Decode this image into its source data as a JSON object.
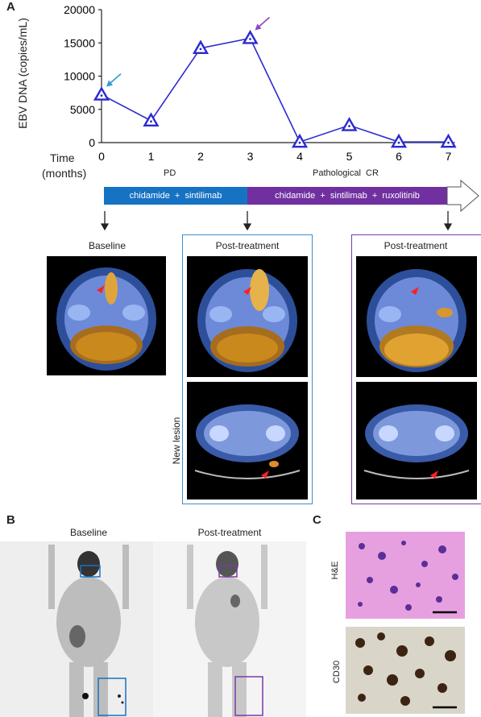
{
  "panels": {
    "a": "A",
    "b": "B",
    "c": "C"
  },
  "chart_data": {
    "type": "line",
    "ylabel": "EBV DNA (copies/mL)",
    "xlabel": "Time (months)",
    "ylim": [
      0,
      20000
    ],
    "yticks": [
      "0",
      "5000",
      "10000",
      "15000",
      "20000"
    ],
    "x": [
      0,
      1,
      2,
      3,
      4,
      5,
      6,
      7
    ],
    "series": [
      {
        "values": [
          7200,
          3300,
          14200,
          15700,
          100,
          2600,
          100,
          100
        ]
      }
    ],
    "marker": "triangle",
    "line_color": "#2a2ad0",
    "annotation_arrows": [
      {
        "x": 0,
        "color": "#2f9ad8"
      },
      {
        "x": 3,
        "color": "#8e44c4"
      }
    ]
  },
  "timeline": {
    "time_word": "Time",
    "months_word": "(months)",
    "phase_left": "PD",
    "phase_right": "Pathological  CR",
    "bar_left": "chidamide  +  sintilimab",
    "bar_right": "chidamide  +  sintilimab  +  ruxolitinib",
    "bar_left_color": "#1672c2",
    "bar_right_color": "#7030a0"
  },
  "panel_a_images": {
    "baseline": "Baseline",
    "post1": "Post-treatment",
    "post2": "Post-treatment",
    "new_lesion": "New lesion",
    "box_blue": "#3a8fd0",
    "box_purple": "#7a3aa8"
  },
  "panel_b": {
    "baseline": "Baseline",
    "post": "Post-treatment"
  },
  "panel_c": {
    "he": "H&E",
    "cd30": "CD30"
  }
}
